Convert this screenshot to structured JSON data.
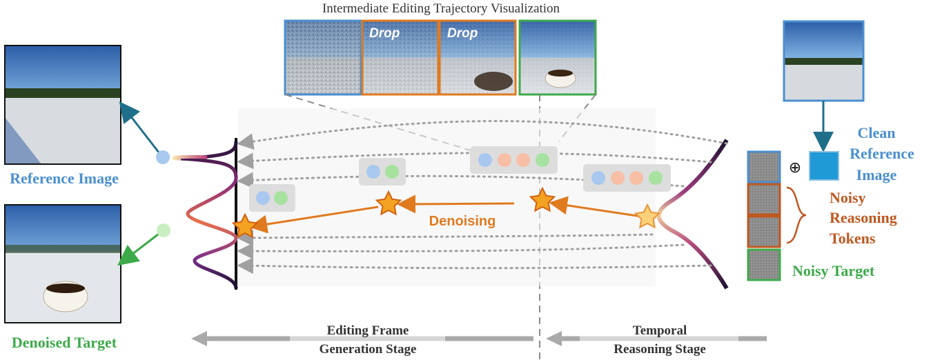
{
  "title": "Intermediate Editing Trajectory Visualization",
  "frames": [
    {
      "label": "",
      "border_color": "#4a8fd0"
    },
    {
      "label": "Drop",
      "border_color": "#e07a1f"
    },
    {
      "label": "Drop",
      "border_color": "#e07a1f"
    },
    {
      "label": "",
      "border_color": "#3daa4a"
    }
  ],
  "left": {
    "reference_label": "Reference Image",
    "denoised_label": "Denoised Target"
  },
  "center": {
    "denoising_label": "Denoising"
  },
  "right": {
    "clean_reference_lines": [
      "Clean",
      "Reference",
      "Image"
    ],
    "noisy_reasoning_lines": [
      "Noisy",
      "Reasoning",
      "Tokens"
    ],
    "noisy_target_label": "Noisy Target",
    "plus_symbol": "⊕"
  },
  "bottom": {
    "editing_stage_lines": [
      "Editing Frame",
      "Generation Stage"
    ],
    "temporal_stage_lines": [
      "Temporal",
      "Reasoning Stage"
    ]
  },
  "colors": {
    "blue": "#4a8fd0",
    "blue_fill": "#1f9ad6",
    "orange": "#e07a1f",
    "brown": "#c0571f",
    "green": "#3daa4a",
    "teal_arrow": "#1f6f8b",
    "gray_arrow": "#a9a9a9",
    "token_bg": "#dddddd",
    "dot_blue": "#a9c8ef",
    "dot_orange": "#f7bfa5",
    "dot_green": "#a8e2a0"
  }
}
